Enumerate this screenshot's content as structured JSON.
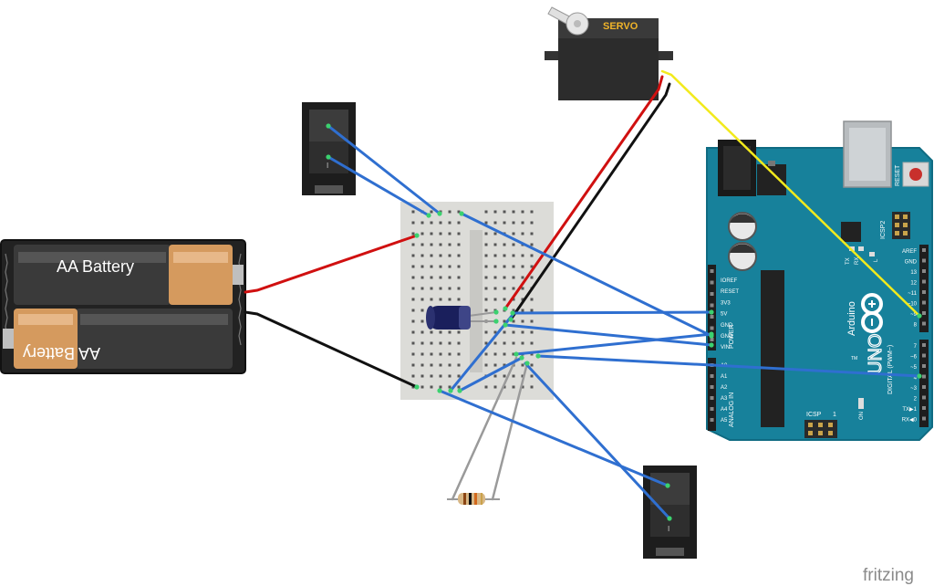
{
  "battery_pack": {
    "cell_top_label": "AA Battery",
    "cell_bottom_label": "AA Battery"
  },
  "servo": {
    "label": "SERVO"
  },
  "switches": {
    "top_mark": "I",
    "bottom_mark": "I"
  },
  "arduino": {
    "brand": "Arduino",
    "model": "UNO",
    "tm": "TM",
    "reset": "RESET",
    "icsp2": "ICSP2",
    "icsp": "ICSP",
    "icsp_pin1": "1",
    "tx_led": "TX",
    "rx_led": "RX",
    "l_led": "L",
    "on_led": "ON",
    "power_section": "POWER",
    "analog_section": "ANALOG IN",
    "digital_section": "DIGITAL (PWM~)",
    "power_pins": [
      "IOREF",
      "RESET",
      "3V3",
      "5V",
      "GND",
      "GND",
      "VIN"
    ],
    "analog_pins": [
      "A0",
      "A1",
      "A2",
      "A3",
      "A4",
      "A5"
    ],
    "header_top_pins": [
      "AREF",
      "GND",
      "13",
      "12",
      "~11",
      "~10",
      "~9",
      "8"
    ],
    "header_bottom_pins": [
      "7",
      "~6",
      "~5",
      "4",
      "~3",
      "2",
      "TX▶1",
      "RX◀0"
    ]
  },
  "watermark": "fritzing",
  "colors": {
    "wire_blue": "#2f6fd0",
    "wire_red": "#d01010",
    "wire_black": "#111111",
    "wire_yellow": "#f2ea1c",
    "wire_gray": "#9a9a9a",
    "arduino_teal": "#17819b",
    "battery_copper": "#d59a5e",
    "breadboard": "#dcdcd8"
  }
}
